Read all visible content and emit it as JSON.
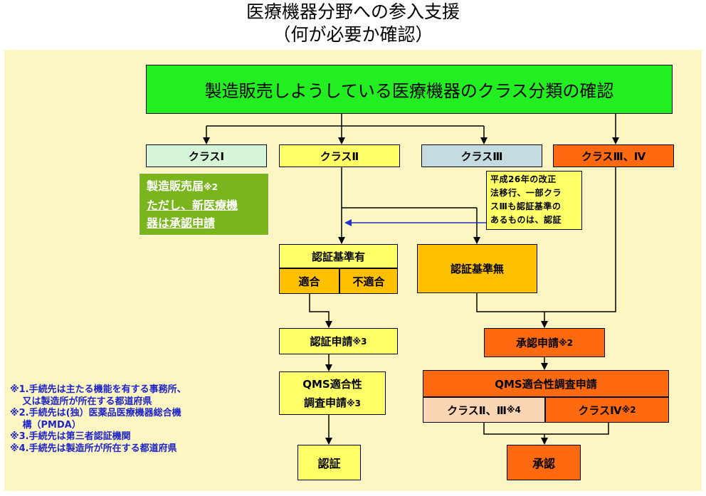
{
  "title": {
    "line1": "医療機器分野への参入支援",
    "line2": "（何が必要か確認）"
  },
  "top_box": "製造販売しようしている医療機器のクラス分類の確認",
  "classes": {
    "class1": "クラスⅠ",
    "class2": "クラスⅡ",
    "class3": "クラスⅢ",
    "class34": "クラスⅢ、Ⅳ"
  },
  "class1_note": {
    "line1": "製造販売届",
    "line1_mark": "※2",
    "line2": "ただし、新医療機",
    "line3": "器は承認申請"
  },
  "callout": {
    "line1": "平成26年の改正",
    "line2": "法移行、一部クラ",
    "line3": "スⅢも認証基準の",
    "line4": "あるものは、認証"
  },
  "cert_standard": {
    "header": "認証基準有",
    "conform": "適合",
    "nonconform": "不適合"
  },
  "no_standard": "認証基準無",
  "cert_apply": {
    "label": "認証申請",
    "mark": "※3"
  },
  "approval_apply": {
    "label": "承認申請",
    "mark": "※2"
  },
  "qms_left": {
    "line1": "QMS適合性",
    "line2": "調査申請",
    "mark": "※3"
  },
  "qms_right": {
    "header": "QMS適合性調査申請",
    "left_label": "クラスⅡ、Ⅲ",
    "left_mark": "※4",
    "right_label": "クラスⅣ",
    "right_mark": "※2"
  },
  "result_cert": "認証",
  "result_approval": "承認",
  "notes": [
    "※1.手続先は主たる機能を有する事務所、",
    "　 又は製造所が所在する都道府県",
    "※2.手続先は(独）医薬品医療機器総合機",
    "　 構（PMDA）",
    "※3.手続先は第三者認証機関",
    "※4.手続先は製造所が所在する都道府県"
  ],
  "colors": {
    "panel": "#fdf6c3",
    "green": "#22ee22",
    "light_green": "#d6f5d6",
    "yellow": "#ffff66",
    "light_blue": "#c4dbe0",
    "orange_red": "#ff6a10",
    "olive_green": "#7ab51d",
    "amber": "#ffc000",
    "peach": "#fcd5b4",
    "blue_arrow": "#2030c0",
    "notes": "#1f24c8"
  }
}
